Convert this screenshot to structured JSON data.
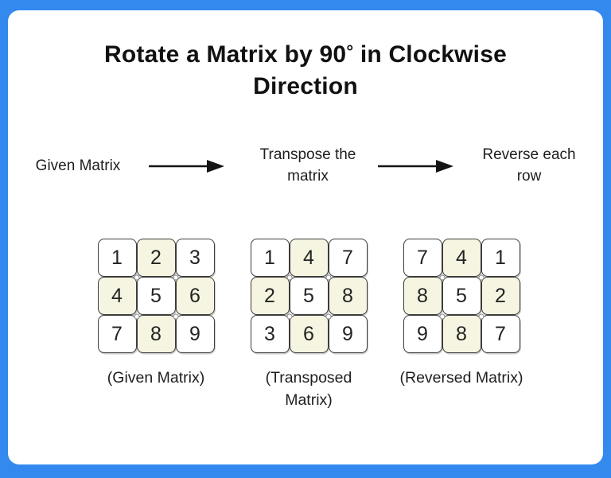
{
  "title_lines": [
    "Rotate a Matrix by 90° in Clockwise",
    "Direction"
  ],
  "colors": {
    "frame_blue": "#3389ee",
    "card_white": "#ffffff",
    "cell_cream": "#f5f5e1",
    "cell_border": "#3c3c3c",
    "ink": "#111111"
  },
  "flow": {
    "steps": [
      {
        "id": "given",
        "lines": [
          "Given Matrix"
        ]
      },
      {
        "id": "transpose",
        "lines": [
          "Transpose the",
          "matrix"
        ]
      },
      {
        "id": "reverse",
        "lines": [
          "Reverse each",
          "row"
        ]
      }
    ],
    "arrow_icon": "arrow-right-icon"
  },
  "matrices": [
    {
      "id": "given",
      "caption_lines": [
        "(Given Matrix)"
      ],
      "rows": [
        [
          1,
          2,
          3
        ],
        [
          4,
          5,
          6
        ],
        [
          7,
          8,
          9
        ]
      ],
      "highlight_cells": [
        [
          0,
          1
        ],
        [
          1,
          0
        ],
        [
          1,
          2
        ],
        [
          2,
          1
        ]
      ]
    },
    {
      "id": "transposed",
      "caption_lines": [
        "(Transposed",
        "Matrix)"
      ],
      "rows": [
        [
          1,
          4,
          7
        ],
        [
          2,
          5,
          8
        ],
        [
          3,
          6,
          9
        ]
      ],
      "highlight_cells": [
        [
          0,
          1
        ],
        [
          1,
          0
        ],
        [
          1,
          2
        ],
        [
          2,
          1
        ]
      ]
    },
    {
      "id": "reversed",
      "caption_lines": [
        "(Reversed Matrix)"
      ],
      "rows": [
        [
          7,
          4,
          1
        ],
        [
          8,
          5,
          2
        ],
        [
          9,
          8,
          7
        ]
      ],
      "highlight_cells": [
        [
          0,
          1
        ],
        [
          1,
          0
        ],
        [
          1,
          2
        ],
        [
          2,
          1
        ]
      ]
    }
  ]
}
